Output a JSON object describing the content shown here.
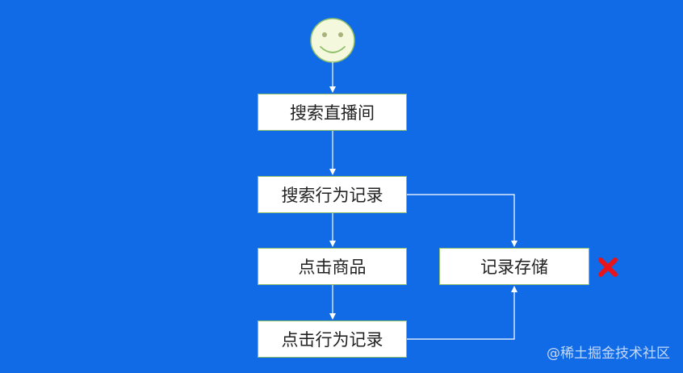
{
  "diagram": {
    "start_icon": "smiley-face-icon",
    "nodes": {
      "search_live": "搜索直播间",
      "search_record": "搜索行为记录",
      "click_product": "点击商品",
      "click_record": "点击行为记录",
      "record_storage": "记录存储"
    },
    "failure_icon": "red-cross-icon",
    "colors": {
      "background": "#116be6",
      "node_fill": "#ffffff",
      "node_border": "#8fbf6a",
      "smiley_fill": "#f4f8dc",
      "connector": "#ffffff",
      "cross": "#e8141b"
    }
  },
  "watermark": "@稀土掘金技术社区"
}
